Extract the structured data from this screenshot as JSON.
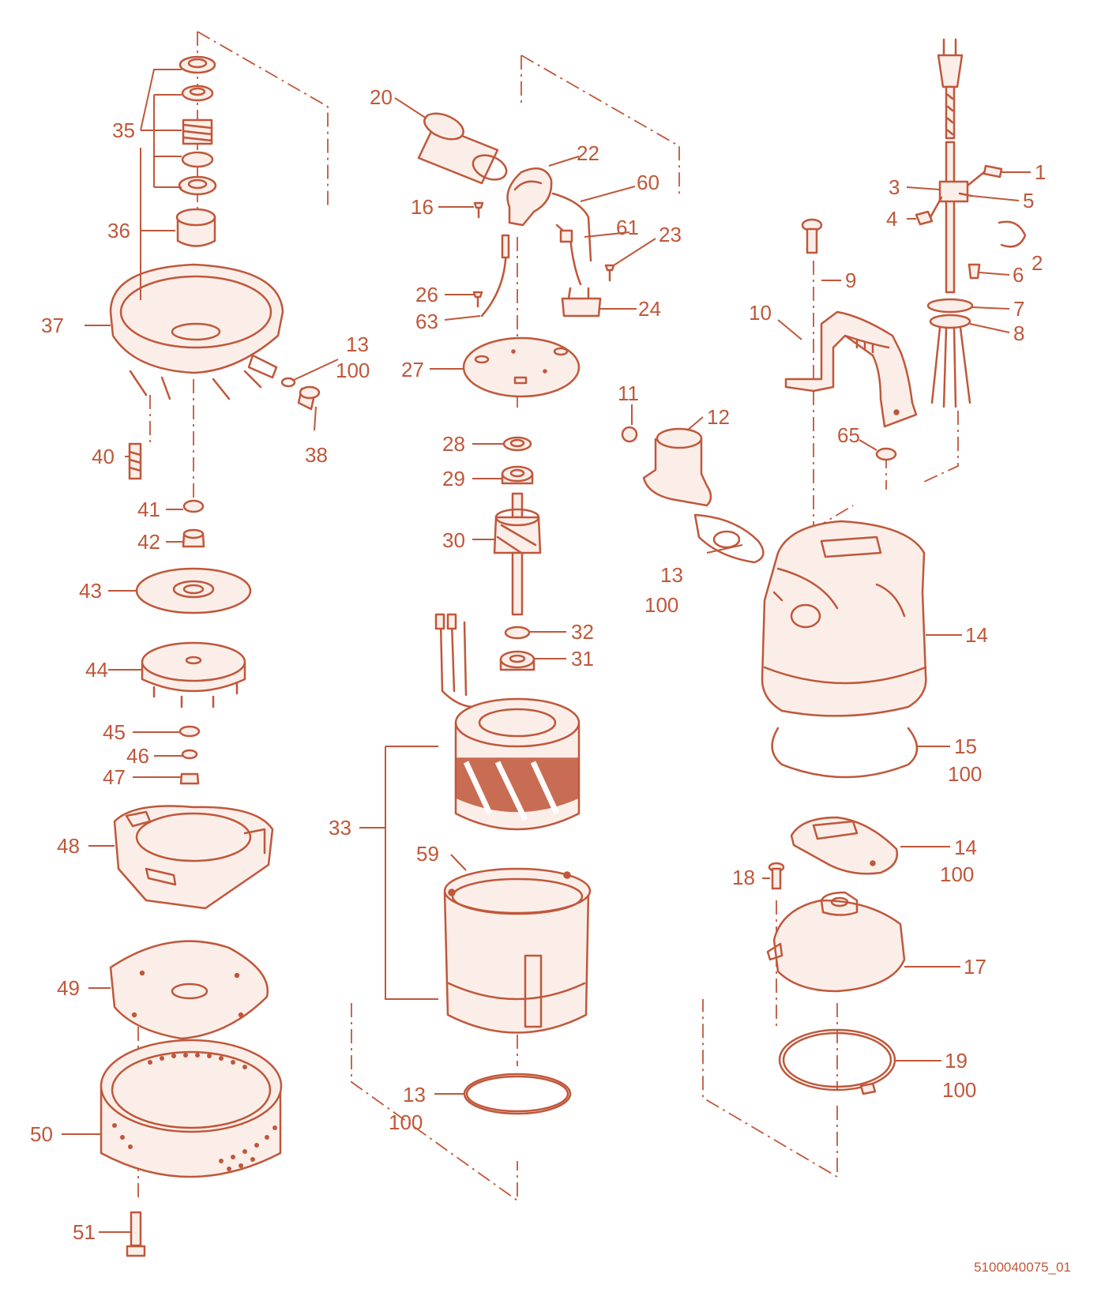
{
  "diagram": {
    "drawing_code": "5100040075_01",
    "colors": {
      "line": "#c0573a",
      "fill": "#fbeee9",
      "background": "#ffffff"
    },
    "labels": {
      "l1": "1",
      "l2": "2",
      "l3": "3",
      "l4": "4",
      "l5": "5",
      "l6": "6",
      "l7": "7",
      "l8": "8",
      "l9": "9",
      "l10": "10",
      "l11": "11",
      "l12": "12",
      "l13a": "13",
      "l100a": "100",
      "l14": "14",
      "l14b": "14",
      "l100b": "100",
      "l15": "15",
      "l100c": "100",
      "l17": "17",
      "l18": "18",
      "l19": "19",
      "l100d": "100",
      "l16": "16",
      "l20": "20",
      "l22": "22",
      "l23": "23",
      "l24": "24",
      "l26": "26",
      "l27": "27",
      "l28": "28",
      "l29": "29",
      "l30": "30",
      "l31": "31",
      "l32": "32",
      "l33": "33",
      "l59": "59",
      "l13c": "13",
      "l100e": "100",
      "l60": "60",
      "l61": "61",
      "l63": "63",
      "l65": "65",
      "l35": "35",
      "l36": "36",
      "l37": "37",
      "l13d": "13",
      "l100f": "100",
      "l38": "38",
      "l40": "40",
      "l41": "41",
      "l42": "42",
      "l43": "43",
      "l44": "44",
      "l45": "45",
      "l46": "46",
      "l47": "47",
      "l48": "48",
      "l49": "49",
      "l50": "50",
      "l51": "51"
    }
  }
}
